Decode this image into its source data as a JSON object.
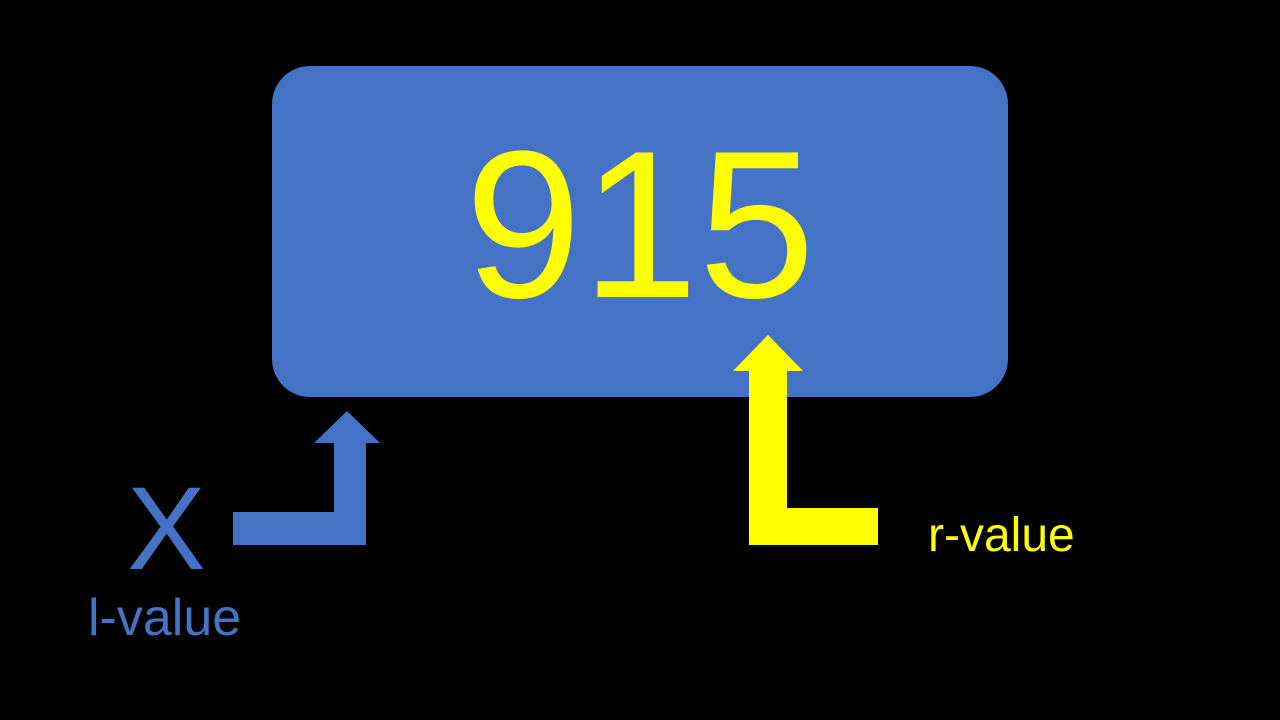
{
  "box": {
    "value": "915"
  },
  "variable": {
    "name": "X",
    "label": "l-value"
  },
  "value_label": "r-value",
  "colors": {
    "background": "#000000",
    "box_fill": "#4472C4",
    "lvalue_color": "#4472C4",
    "rvalue_color": "#FFFF00"
  }
}
